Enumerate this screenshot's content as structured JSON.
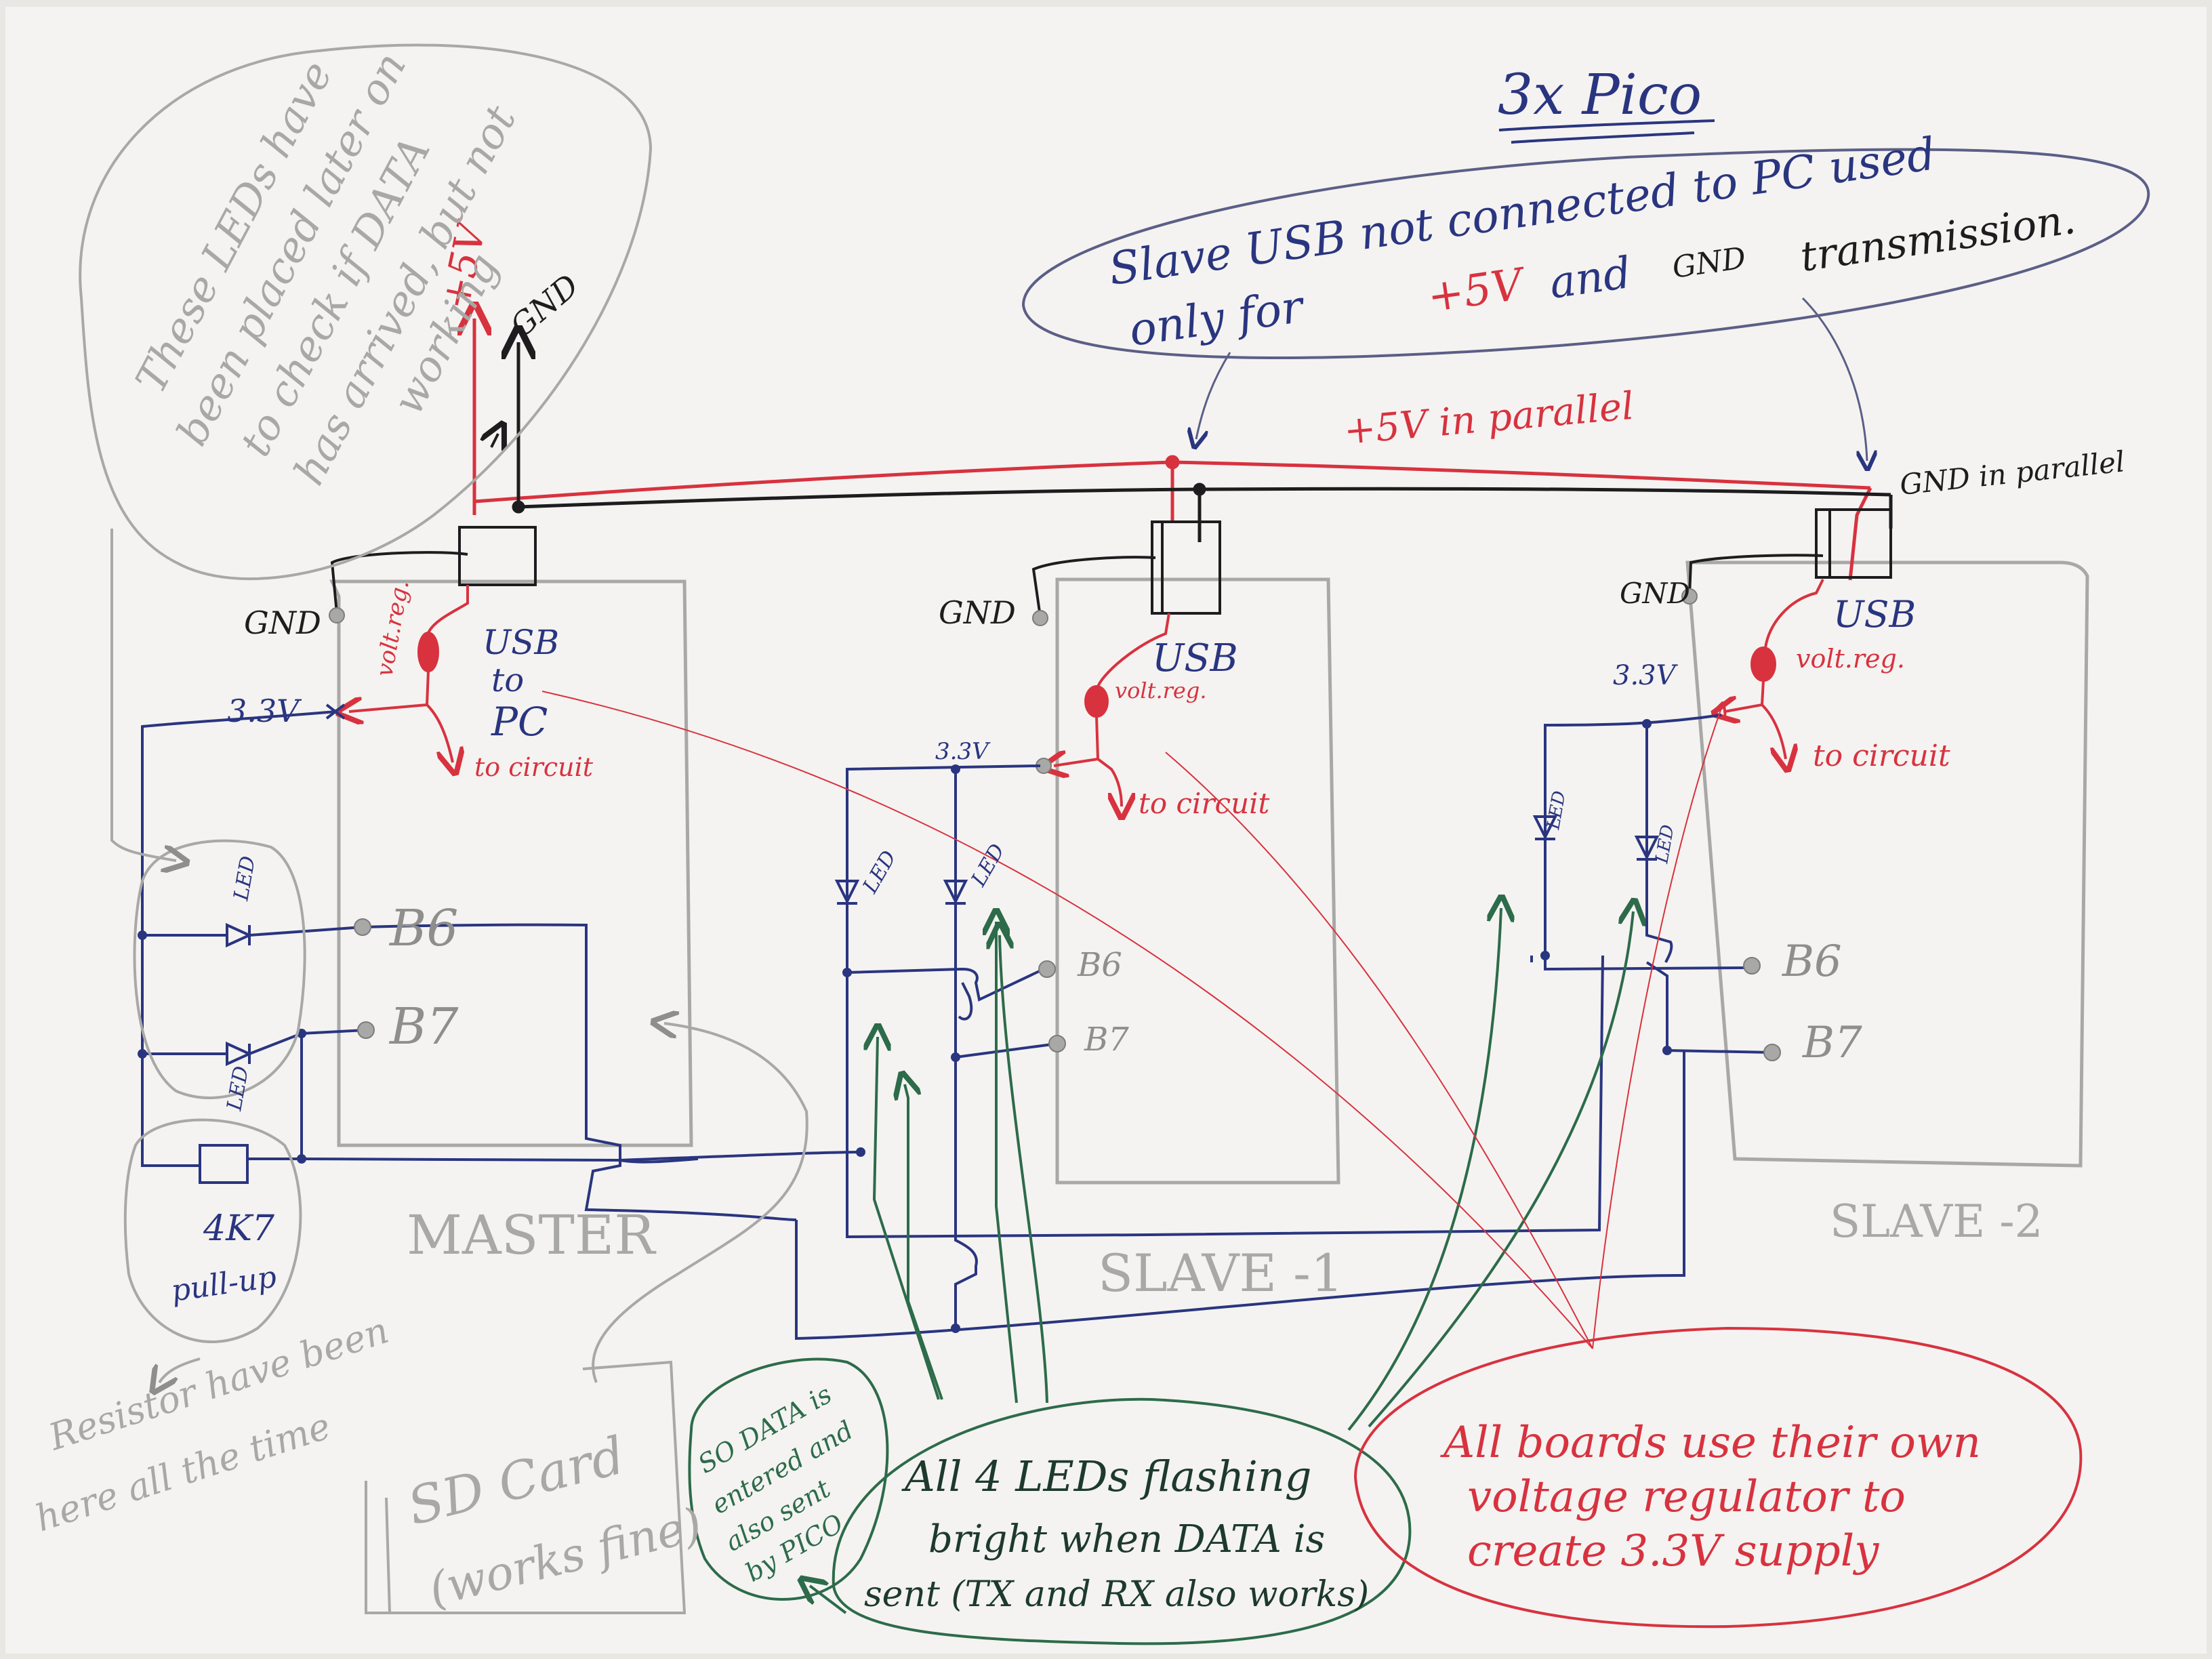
{
  "title": "3x Pico",
  "colors": {
    "paper": "#f4f3f1",
    "pencil": "#a8a8a6",
    "blue": "#2a3580",
    "red": "#d8323f",
    "black": "#1d1d1f",
    "green": "#2d6b4a"
  },
  "boards": {
    "master": "MASTER",
    "slave1": "SLAVE -1",
    "slave2": "SLAVE -2"
  },
  "labels": {
    "plus5v": "+5V",
    "gnd": "GND",
    "gnd_small": "GND",
    "v33": "3.3V",
    "usb": "USB",
    "usb_to": "to",
    "usb_pc": "PC",
    "to_circuit": "to circuit",
    "volt_reg": "volt.reg.",
    "b6": "B6",
    "b7": "B7",
    "led": "LED",
    "resistor_value": "4K7",
    "resistor_type": "pull-up",
    "plus5v_parallel": "+5V in parallel",
    "gnd_parallel": "GND in parallel"
  },
  "notes": {
    "leds_note": [
      "These LEDs have",
      "been placed later on",
      "to check if DATA",
      "has arrived, but not",
      "working"
    ],
    "slave_usb": [
      "Slave USB not connected to PC used",
      "only for",
      "+5V",
      "and",
      "GND",
      "transmission."
    ],
    "resistor_note": [
      "Resistor have been",
      "here all the time"
    ],
    "sd_card": [
      "SD Card",
      "(works fine)"
    ],
    "so_data": [
      "SO DATA is",
      "entered and",
      "also sent",
      "by PICO"
    ],
    "leds_flashing": [
      "All 4 LEDs flashing",
      "bright when DATA is",
      "sent (TX and RX also works)"
    ],
    "boards_regulator": [
      "All boards use their own",
      "voltage regulator to",
      "create 3.3V supply"
    ]
  }
}
